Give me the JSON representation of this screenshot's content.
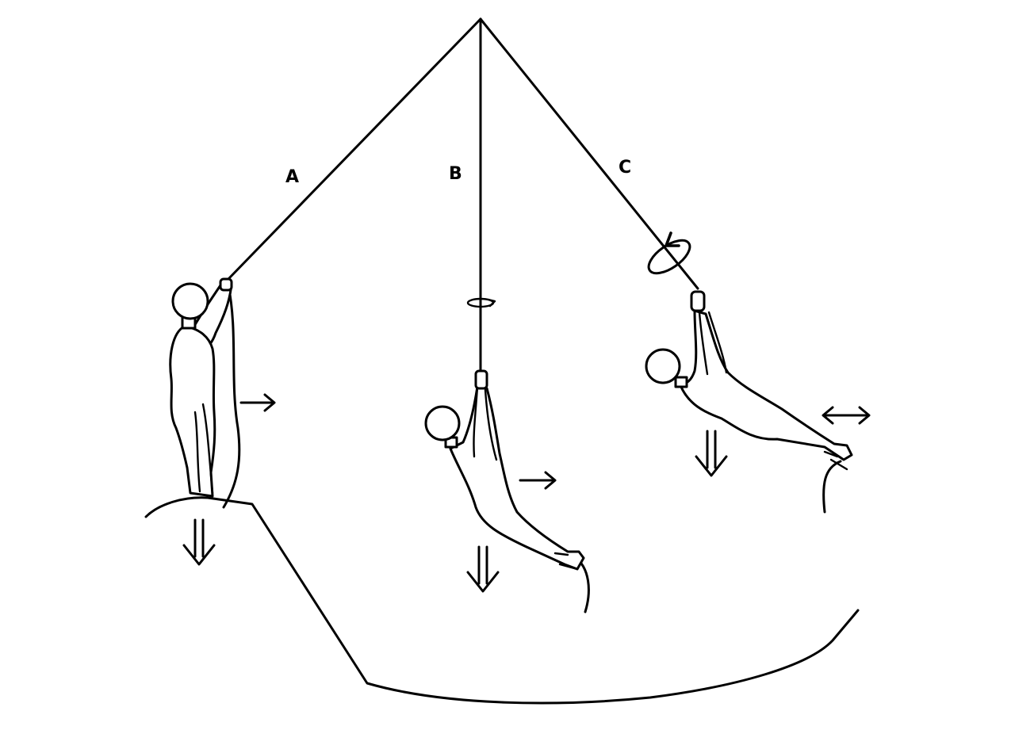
{
  "labels": {
    "a": "A",
    "b": "B",
    "c": "C"
  },
  "colors": {
    "stroke": "#000000",
    "background": "#ffffff"
  },
  "icons": {
    "down": "double-down-arrow-icon",
    "right": "right-arrow-icon",
    "lr": "left-right-arrow-icon",
    "rot": "rotation-arrow-icon"
  }
}
